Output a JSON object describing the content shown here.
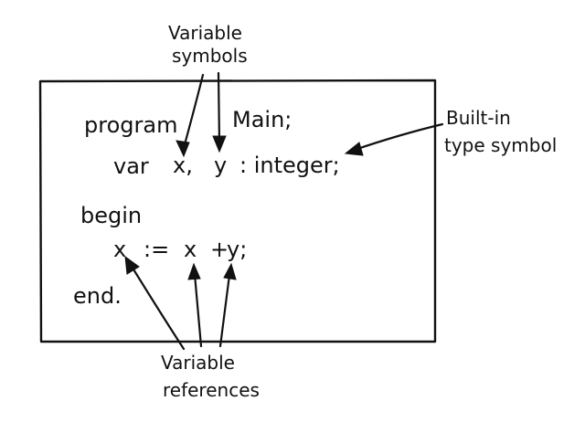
{
  "labels": {
    "variable_symbols_line1": "Variable",
    "variable_symbols_line2": "symbols",
    "builtin_line1": "Built-in",
    "builtin_line2": "type symbol",
    "variable_refs_line1": "Variable",
    "variable_refs_line2": "references"
  },
  "code": {
    "line1_program": "program",
    "line1_main": "Main;",
    "line2_var": "var",
    "line2_x": "x,",
    "line2_y": "y",
    "line2_colon_type": ": integer;",
    "line3_begin": "begin",
    "line4_x": "x",
    "line4_assign": ":=",
    "line4_x2": "x",
    "line4_plus": "+",
    "line4_y": "y;",
    "line5_end": "end."
  }
}
